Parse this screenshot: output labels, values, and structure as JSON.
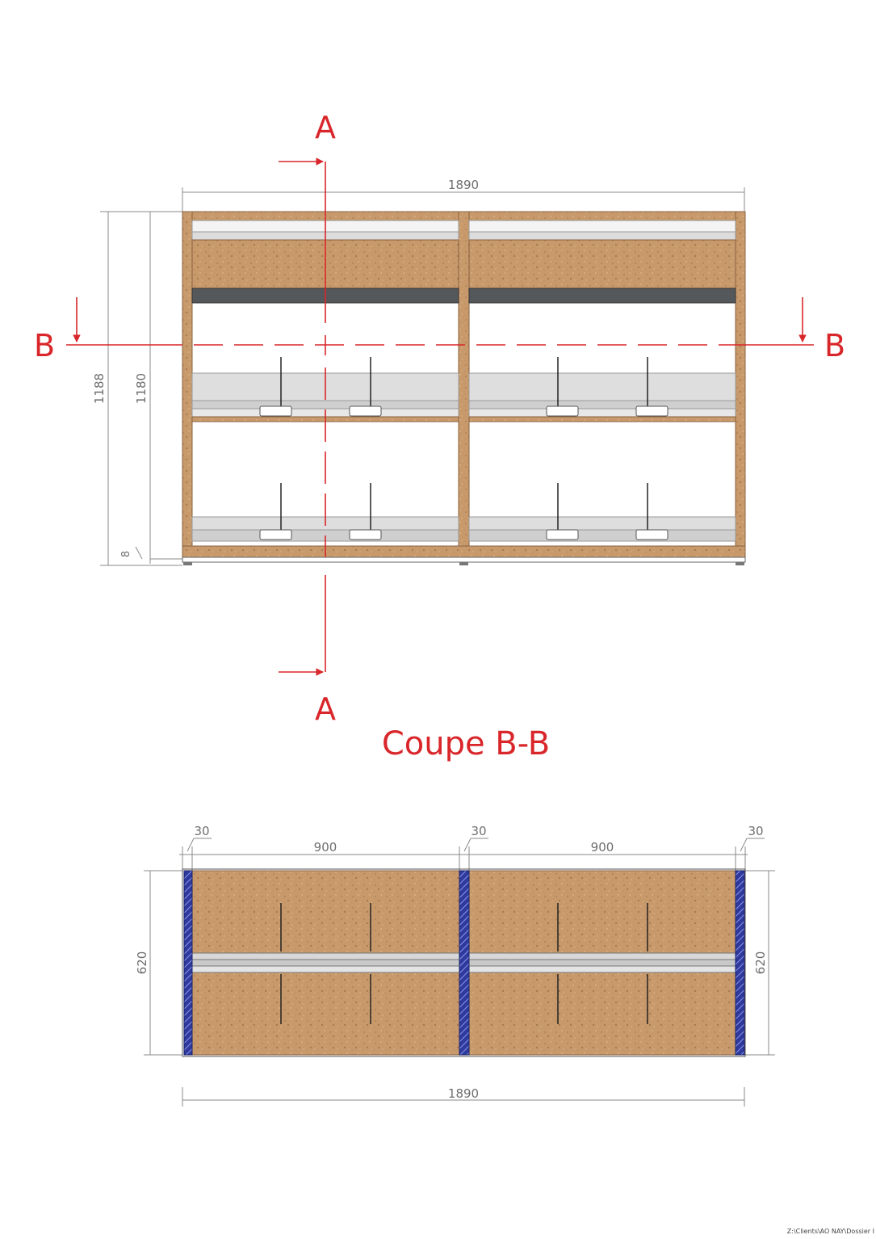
{
  "colors": {
    "section_red": "#d9262a",
    "wood": "#c89a6b",
    "wood_edge": "#8a6340",
    "dimension_gray": "#8a8a8a",
    "dark_bar": "#55585b",
    "cut_hatch_blue": "#2e3a9e"
  },
  "front_view": {
    "section_a_top_label": "A",
    "section_a_bottom_label": "A",
    "section_b_left_label": "B",
    "section_b_right_label": "B",
    "dim_width": "1890",
    "dim_height_outer": "1188",
    "dim_height_inner": "1180",
    "dim_foot": "8"
  },
  "section_title": "Coupe B-B",
  "plan_view": {
    "dim_side_left": "30",
    "dim_side_middle": "30",
    "dim_side_right": "30",
    "dim_bay_left": "900",
    "dim_bay_right": "900",
    "dim_depth_left": "620",
    "dim_depth_right": "620",
    "dim_width_total": "1890"
  },
  "footer": {
    "file_path": "Z:\\Clients\\AO NAY\\Dossier I"
  }
}
